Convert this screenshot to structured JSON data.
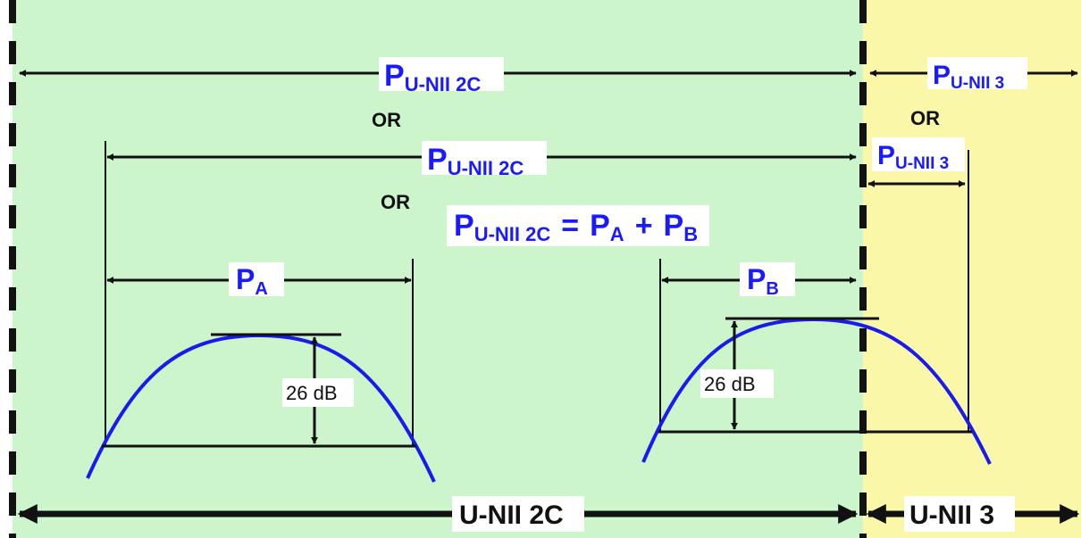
{
  "colors": {
    "band_2c": "#ccf5cc",
    "band_3": "#fbf7a8",
    "label_blue": "#1a1aff",
    "curve_blue": "#1a1aee",
    "line": "#111111",
    "label_bg": "#ffffff"
  },
  "labels": {
    "p_unii2c_main": "U-NII 2C",
    "p_unii3_main": "U-NII 3",
    "p_symbol": "P",
    "p_a_sub": "A",
    "p_b_sub": "B",
    "or_1": "OR",
    "or_2": "OR",
    "or_3": "OR",
    "equation_lhs_sub": "U-NII 2C",
    "equals": "=",
    "plus": "+",
    "db_left": "26 dB",
    "db_right": "26 dB",
    "band_2c": "U-NII 2C",
    "band_3": "U-NII 3"
  }
}
